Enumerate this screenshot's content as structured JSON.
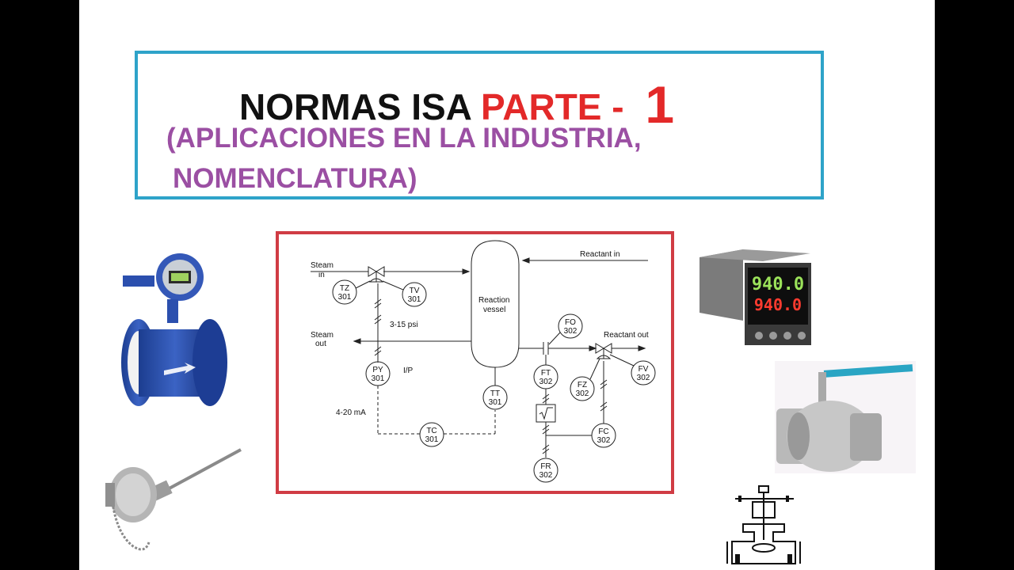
{
  "title": {
    "part1": "NORMAS ISA ",
    "part2": "PARTE",
    "part3": " - ",
    "number": "1",
    "line2": "(APLICACIONES EN LA INDUSTRIA,",
    "line3": "NOMENCLATURA)"
  },
  "colors": {
    "frame_title": "#2ea3c9",
    "frame_diagram": "#d03c44",
    "accent_red": "#e32929",
    "subtitle_purple": "#9b4fa3"
  },
  "diagram": {
    "labels": {
      "steam_in_1": "Steam",
      "steam_in_2": "in",
      "steam_out_1": "Steam",
      "steam_out_2": "out",
      "reactant_in": "Reactant in",
      "reactant_out": "Reactant out",
      "vessel_1": "Reaction",
      "vessel_2": "vessel",
      "psi": "3-15 psi",
      "ip": "I/P",
      "ma": "4-20 mA"
    },
    "instruments": [
      {
        "tag": "TZ",
        "num": "301"
      },
      {
        "tag": "TV",
        "num": "301"
      },
      {
        "tag": "PY",
        "num": "301"
      },
      {
        "tag": "TT",
        "num": "301"
      },
      {
        "tag": "TC",
        "num": "301"
      },
      {
        "tag": "FO",
        "num": "302"
      },
      {
        "tag": "FT",
        "num": "302"
      },
      {
        "tag": "FZ",
        "num": "302"
      },
      {
        "tag": "FV",
        "num": "302"
      },
      {
        "tag": "FC",
        "num": "302"
      },
      {
        "tag": "FR",
        "num": "302"
      }
    ]
  },
  "controller_display": {
    "pv": "940.0",
    "sv": "940.0"
  },
  "icons": [
    "flowmeter-icon",
    "thermocouple-icon",
    "temperature-controller-icon",
    "ball-valve-icon",
    "globe-valve-icon"
  ]
}
